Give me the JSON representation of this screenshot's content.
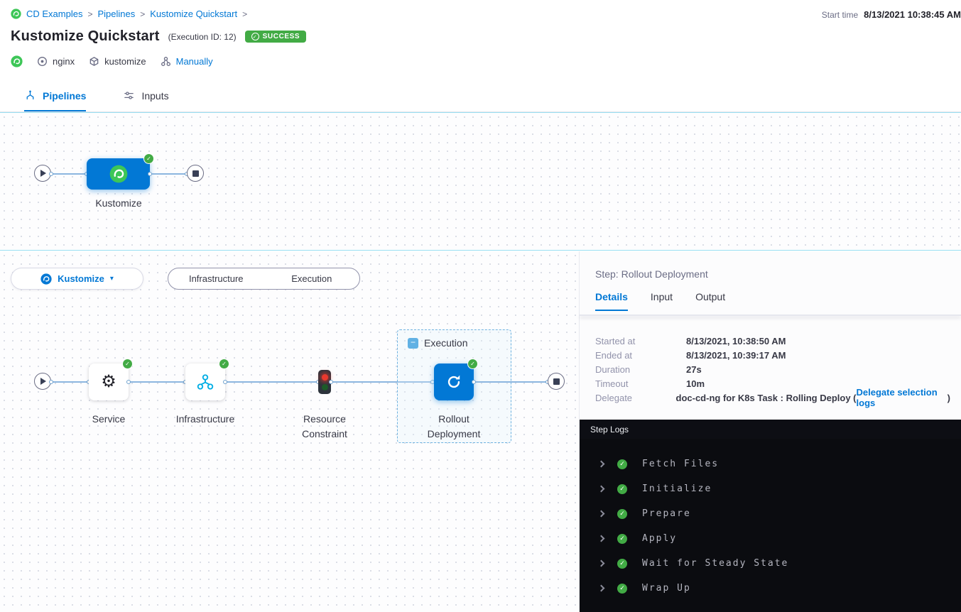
{
  "colors": {
    "primary_blue": "#0278d5",
    "success_green": "#42ab45",
    "harness_green": "#3dc657",
    "canvas_selection_cyan": "#99dff2",
    "console_bg": "#0b0c10",
    "link_blue": "#0278d5"
  },
  "icons": {
    "check": "✓",
    "gear": "⚙",
    "caret_down": "▾",
    "collapse_minus": "−"
  },
  "header": {
    "breadcrumb": {
      "separator": ">",
      "items": [
        {
          "label": "CD Examples"
        },
        {
          "label": "Pipelines"
        },
        {
          "label": "Kustomize Quickstart"
        }
      ]
    },
    "start_time": {
      "label": "Start time",
      "value": "8/13/2021 10:38:45 AM"
    },
    "title": "Kustomize Quickstart",
    "execution_id": "(Execution ID: 12)",
    "status": "SUCCESS",
    "meta": {
      "service": "nginx",
      "artifact": "kustomize",
      "trigger": "Manually"
    }
  },
  "main_tabs": {
    "pipelines": "Pipelines",
    "inputs": "Inputs"
  },
  "pipeline_graph": {
    "stage_label": "Kustomize"
  },
  "stage_view": {
    "stage_selector_label": "Kustomize",
    "view_toggle": {
      "infrastructure": "Infrastructure",
      "execution": "Execution"
    },
    "group_label": "Execution",
    "step_labels": {
      "service": "Service",
      "infrastructure": "Infrastructure",
      "resource_constraint": "Resource Constraint",
      "rollout": "Rollout Deployment"
    }
  },
  "step_panel": {
    "title": "Step: Rollout Deployment",
    "tabs": {
      "details": "Details",
      "input": "Input",
      "output": "Output"
    },
    "details": [
      {
        "label": "Started at",
        "value": "8/13/2021, 10:38:50 AM"
      },
      {
        "label": "Ended at",
        "value": "8/13/2021, 10:39:17 AM"
      },
      {
        "label": "Duration",
        "value": "27s"
      },
      {
        "label": "Timeout",
        "value": "10m"
      },
      {
        "label": "Delegate",
        "value": "doc-cd-ng for K8s Task : Rolling Deploy (",
        "link": "Delegate selection logs",
        "suffix": ")"
      }
    ],
    "logs": {
      "header": "Step Logs",
      "sections": [
        {
          "label": "Fetch Files"
        },
        {
          "label": "Initialize"
        },
        {
          "label": "Prepare"
        },
        {
          "label": "Apply"
        },
        {
          "label": "Wait for Steady State"
        },
        {
          "label": "Wrap Up"
        }
      ]
    }
  }
}
